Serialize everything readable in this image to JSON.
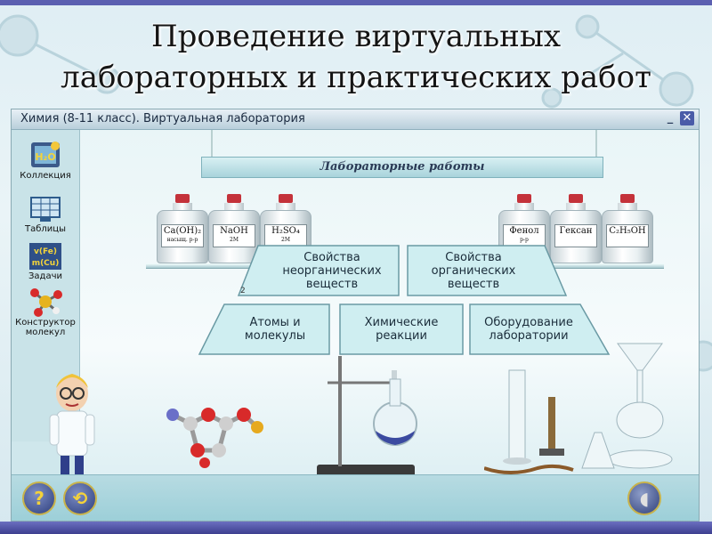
{
  "slide": {
    "title_line1": "Проведение виртуальных",
    "title_line2": "лабораторных и практических работ"
  },
  "window": {
    "title": "Химия (8-11 класс). Виртуальная лаборатория",
    "minimize_label": "_",
    "close_label": "✕"
  },
  "sidebar": {
    "items": [
      {
        "label": "Коллекция",
        "icon": "collection-icon"
      },
      {
        "label": "Таблицы",
        "icon": "tables-icon"
      },
      {
        "label": "Задачи",
        "icon": "tasks-icon"
      },
      {
        "label": "Конструктор молекул",
        "icon": "molecule-constructor-icon"
      }
    ]
  },
  "lab": {
    "header": "Лабораторные работы",
    "page_number": "2",
    "bottles_left": [
      {
        "main": "Ca(OH)₂",
        "sub": "насыщ. р-р"
      },
      {
        "main": "NaOH",
        "sub": "2M"
      },
      {
        "main": "H₂SO₄",
        "sub": "2M"
      }
    ],
    "bottles_right": [
      {
        "main": "Фенол",
        "sub": "р-р"
      },
      {
        "main": "Гексан",
        "sub": ""
      },
      {
        "main": "C₂H₅OH",
        "sub": ""
      }
    ],
    "categories": {
      "inorganic": "Свойства\nнеорганических\nвеществ",
      "organic": "Свойства\nорганических\nвеществ",
      "atoms": "Атомы и\nмолекулы",
      "reactions": "Химические\nреакции",
      "equipment": "Оборудование\nлаборатории"
    }
  },
  "bottom": {
    "help_label": "?",
    "home_label": "⟲",
    "sound_label": "◖"
  },
  "colors": {
    "category_fill": "#cfeef1",
    "category_stroke": "#6a9aa4",
    "bottle_cap": "#c4323a",
    "frame": "#5b5fb0"
  }
}
